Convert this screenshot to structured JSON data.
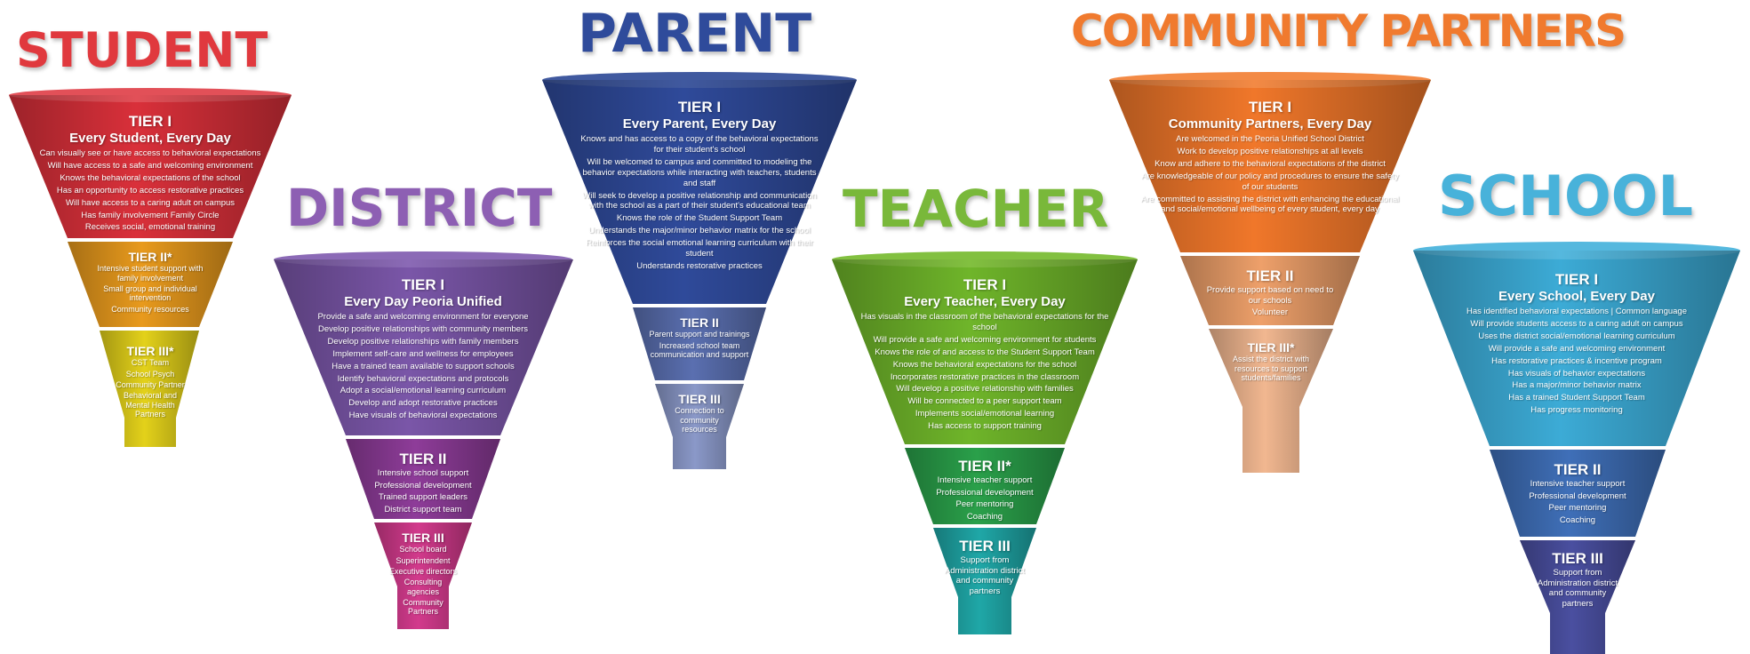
{
  "funnels": [
    {
      "title": "STUDENT",
      "tiers": [
        {
          "label": "TIER I",
          "subtitle": "Every Student, Every Day",
          "items": [
            "Can visually see or have access to behavioral expectations",
            "Will have access to a safe and welcoming environment",
            "Knows the behavioral expectations of the school",
            "Has an opportunity to access restorative practices",
            "Will have access to a caring adult on campus",
            "Has family involvement   Family Circle",
            "Receives social, emotional training"
          ]
        },
        {
          "label": "TIER II*",
          "items": [
            "Intensive student support with family involvement",
            "Small group and individual intervention",
            "Community resources"
          ]
        },
        {
          "label": "TIER III*",
          "items": [
            "CST Team",
            "School Psych",
            "Community Partner",
            "Behavioral and Mental Health Partners"
          ]
        }
      ]
    },
    {
      "title": "DISTRICT",
      "tiers": [
        {
          "label": "TIER I",
          "subtitle": "Every Day Peoria Unified",
          "items": [
            "Provide a safe and welcoming environment for everyone",
            "Develop positive relationships with community members",
            "Develop positive relationships with family members",
            "Implement self-care and wellness for employees",
            "Have a trained team available to support schools",
            "Identify behavioral expectations and protocols",
            "Adopt a social/emotional learning curriculum",
            "Develop and adopt restorative practices",
            "Have visuals of behavioral expectations"
          ]
        },
        {
          "label": "TIER II",
          "items": [
            "Intensive school support",
            "Professional development",
            "Trained support leaders",
            "District support team"
          ]
        },
        {
          "label": "TIER III",
          "items": [
            "School board",
            "Superintendent",
            "Executive directors",
            "Consulting agencies",
            "Community Partners"
          ]
        }
      ]
    },
    {
      "title": "PARENT",
      "tiers": [
        {
          "label": "TIER I",
          "subtitle": "Every Parent, Every Day",
          "items": [
            "Knows and has access to a copy of the behavioral expectations for their student's school",
            "Will be welcomed to campus and committed to modeling the behavior expectations while interacting with teachers, students and staff",
            "Will seek to develop a positive relationship and communication with the school as a part of their student's educational team",
            "Knows the role of the Student Support Team",
            "Understands the major/minor behavior matrix for the school",
            "Reinforces the social emotional learning curriculum with their student",
            "Understands restorative practices"
          ]
        },
        {
          "label": "TIER II",
          "items": [
            "Parent support and trainings",
            "Increased school team communication and support"
          ]
        },
        {
          "label": "TIER III",
          "items": [
            "Connection to community resources"
          ]
        }
      ]
    },
    {
      "title": "TEACHER",
      "tiers": [
        {
          "label": "TIER I",
          "subtitle": "Every Teacher, Every Day",
          "items": [
            "Has visuals in the classroom of the behavioral expectations for the school",
            "Will provide a safe and welcoming environment for students",
            "Knows the role of and access to the Student Support Team",
            "Knows the behavioral expectations for the school",
            "Incorporates restorative practices in the classroom",
            "Will develop a positive relationship with families",
            "Will be connected to a peer support team",
            "Implements social/emotional learning",
            "Has access to support training"
          ]
        },
        {
          "label": "TIER II*",
          "items": [
            "Intensive teacher support",
            "Professional development",
            "Peer mentoring",
            "Coaching"
          ]
        },
        {
          "label": "TIER III",
          "items": [
            "Support from Administration district and community partners"
          ]
        }
      ]
    },
    {
      "title": "COMMUNITY PARTNERS",
      "tiers": [
        {
          "label": "TIER I",
          "subtitle": "Community Partners, Every Day",
          "items": [
            "Are welcomed in the Peoria Unified School District",
            "Work to develop positive relationships at all levels",
            "Know and adhere to the behavioral expectations of the district",
            "Are knowledgeable of our policy and procedures to ensure the safety of our students",
            "Are committed to assisting the district with enhancing the educational and social/emotional wellbeing of every student, every day"
          ]
        },
        {
          "label": "TIER II",
          "items": [
            "Provide support based on need to our schools",
            "Volunteer"
          ]
        },
        {
          "label": "TIER III*",
          "items": [
            "Assist the district with resources to support students/families"
          ]
        }
      ]
    },
    {
      "title": "SCHOOL",
      "tiers": [
        {
          "label": "TIER I",
          "subtitle": "Every School, Every Day",
          "items": [
            "Has identified behavioral expectations | Common language",
            "Will provide students access to a caring adult on campus",
            "Uses the district social/emotional learning curriculum",
            "Will provide a safe and welcoming environment",
            "Has restorative practices & incentive program",
            "Has visuals of behavior expectations",
            "Has a major/minor behavior matrix",
            "Has a trained Student Support Team",
            "Has progress monitoring"
          ]
        },
        {
          "label": "TIER II",
          "items": [
            "Intensive teacher support",
            "Professional development",
            "Peer mentoring",
            "Coaching"
          ]
        },
        {
          "label": "TIER III",
          "items": [
            "Support from Administration district and community partners"
          ]
        }
      ]
    }
  ],
  "colors": {
    "student": [
      "#d9303a",
      "#e89a1d",
      "#e3d11a"
    ],
    "district": [
      "#7a56a8",
      "#8e3c99",
      "#d23a8c"
    ],
    "parent": [
      "#2f4a9a",
      "#5a6fb0",
      "#8a98c8"
    ],
    "teacher": [
      "#6fb52a",
      "#2aa04a",
      "#1fa7a7"
    ],
    "community": [
      "#f0772a",
      "#eea06a",
      "#f1b790"
    ],
    "school": [
      "#3cabd6",
      "#3f6fb8",
      "#4a4fa0"
    ],
    "title_student": "#e0393e",
    "title_district": "#8d5fb3",
    "title_parent": "#2f4b9b",
    "title_teacher": "#79b83a",
    "title_community": "#f07a2e",
    "title_school": "#48b2da"
  }
}
